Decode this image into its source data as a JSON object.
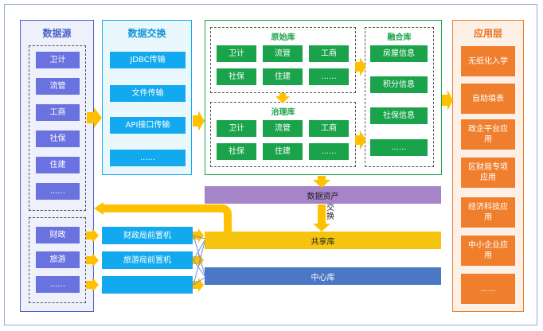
{
  "datasource": {
    "title": "数据源",
    "items": [
      "卫计",
      "流管",
      "工商",
      "社保",
      "住建",
      "......"
    ],
    "items2": [
      "财政",
      "旅游",
      "......"
    ]
  },
  "exchange": {
    "title": "数据交换",
    "items": [
      "JDBC传输",
      "文件传输",
      "API接口传输",
      "......"
    ],
    "front": [
      "财政局前置机",
      "旅游局前置机",
      ""
    ]
  },
  "raw": {
    "title": "原始库",
    "items": [
      "卫计",
      "流管",
      "工商",
      "社保",
      "住建",
      "......"
    ]
  },
  "governance": {
    "title": "治理库",
    "items": [
      "卫计",
      "流管",
      "工商",
      "社保",
      "住建",
      "......"
    ]
  },
  "fusion": {
    "title": "融合库",
    "items": [
      "房屋信息",
      "积分信息",
      "社保信息",
      "......"
    ]
  },
  "application": {
    "title": "应用层",
    "items": [
      "无纸化入学",
      "自助填表",
      "政企平台应用",
      "区财局专项应用",
      "经济科技应用",
      "中小企业应用",
      "......"
    ]
  },
  "assets": {
    "label": "数据资产"
  },
  "exchange_label": "交换",
  "shared": {
    "label": "共享库"
  },
  "center": {
    "label": "中心库"
  },
  "colors": {
    "purple": "#6a72e0",
    "blue": "#12a9ee",
    "green": "#1aa34a",
    "orange": "#f07f2d",
    "assets": "#a584c8",
    "shared": "#f5c40e",
    "center": "#4a78c4",
    "arrow": "#ffc000"
  }
}
